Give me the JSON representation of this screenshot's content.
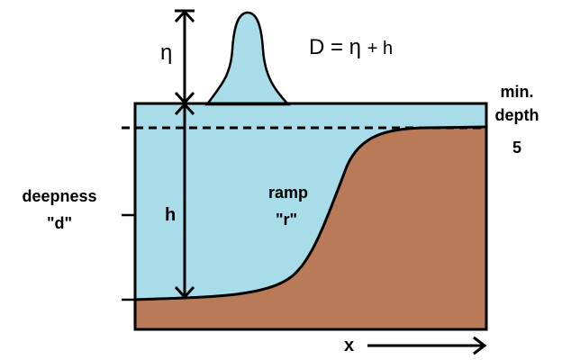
{
  "colors": {
    "water": "#a8dce8",
    "ground": "#b87a57",
    "outline": "#000000",
    "background": "#ffffff"
  },
  "labels": {
    "eta": "η",
    "formula_prefix": "D = η ",
    "formula_suffix": "+ h",
    "min_depth_line1": "min.",
    "min_depth_line2": "depth",
    "min_depth_value": "5",
    "deepness_line1": "deepness",
    "deepness_line2": "\"d\"",
    "h": "h",
    "ramp_line1": "ramp",
    "ramp_line2": "\"r\"",
    "x": "x"
  }
}
